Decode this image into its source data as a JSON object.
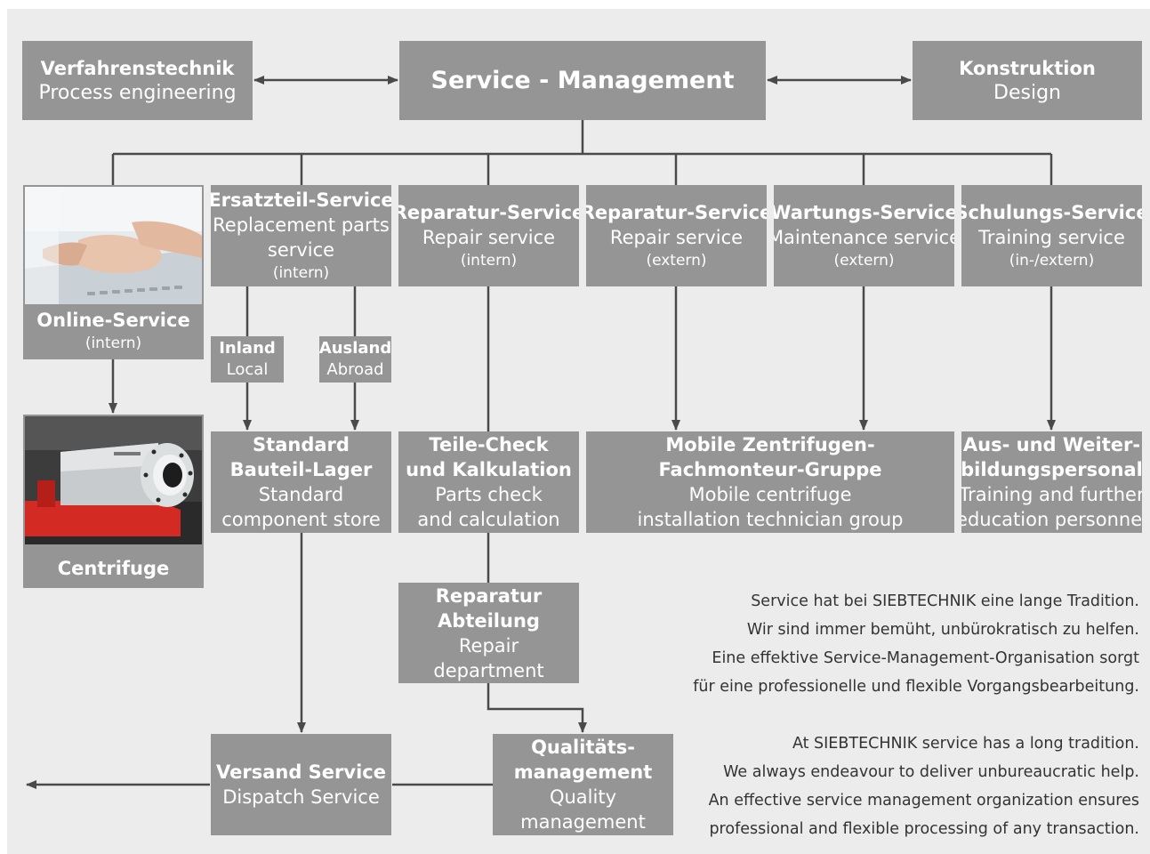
{
  "top": {
    "process": {
      "de": "Verfahrenstechnik",
      "en": "Process engineering"
    },
    "center": {
      "title": "Service - Management"
    },
    "design": {
      "de": "Konstruktion",
      "en": "Design"
    }
  },
  "services": {
    "online": {
      "de": "Online-Service",
      "note": "(intern)"
    },
    "parts": {
      "de": "Ersatzteil-Service",
      "en1": "Replacement parts",
      "en2": "service",
      "note": "(intern)"
    },
    "repair_intern": {
      "de": "Reparatur-Service",
      "en": "Repair service",
      "note": "(intern)"
    },
    "repair_extern": {
      "de": "Reparatur-Service",
      "en": "Repair service",
      "note": "(extern)"
    },
    "maintenance": {
      "de": "Wartungs-Service",
      "en": "Maintenance service",
      "note": "(extern)"
    },
    "training": {
      "de": "Schulungs-Service",
      "en": "Training service",
      "note": "(in-/extern)"
    }
  },
  "sub": {
    "inland": {
      "de": "Inland",
      "en": "Local"
    },
    "ausland": {
      "de": "Ausland",
      "en": "Abroad"
    }
  },
  "middle": {
    "store": {
      "de1": "Standard",
      "de2": "Bauteil-Lager",
      "en1": "Standard",
      "en2": "component store"
    },
    "check": {
      "de1": "Teile-Check",
      "de2": "und Kalkulation",
      "en1": "Parts check",
      "en2": "and calculation"
    },
    "mobile": {
      "de1": "Mobile Zentrifugen-",
      "de2": "Fachmonteur-Gruppe",
      "en1": "Mobile centrifuge",
      "en2": "installation technician group"
    },
    "edu": {
      "de1": "Aus- und Weiter-",
      "de2": "bildungspersonal",
      "en1": "Training and further",
      "en2": "education personnel"
    },
    "centrifuge": {
      "label": "Centrifuge"
    }
  },
  "lower": {
    "repair_dept": {
      "de1": "Reparatur",
      "de2": "Abteilung",
      "en1": "Repair",
      "en2": "department"
    },
    "dispatch": {
      "de": "Versand Service",
      "en": "Dispatch Service"
    },
    "quality": {
      "de1": "Qualitäts-",
      "de2": "management",
      "en1": "Quality",
      "en2": "management"
    }
  },
  "text": {
    "de": [
      "Service hat bei SIEBTECHNIK eine lange Tradition.",
      "Wir sind immer bemüht, unbürokratisch zu helfen.",
      "Eine effektive Service-Management-Organisation sorgt",
      "für eine professionelle und flexible Vorgangsbearbeitung."
    ],
    "en": [
      "At SIEBTECHNIK service has a long tradition.",
      "We always endeavour to deliver unbureaucratic help.",
      "An effective service management organization ensures",
      "professional and flexible processing of any transaction."
    ]
  },
  "colors": {
    "box": "#959595",
    "panel": "#ececec",
    "line": "#4a4a4a",
    "accent_red": "#d42a24"
  }
}
